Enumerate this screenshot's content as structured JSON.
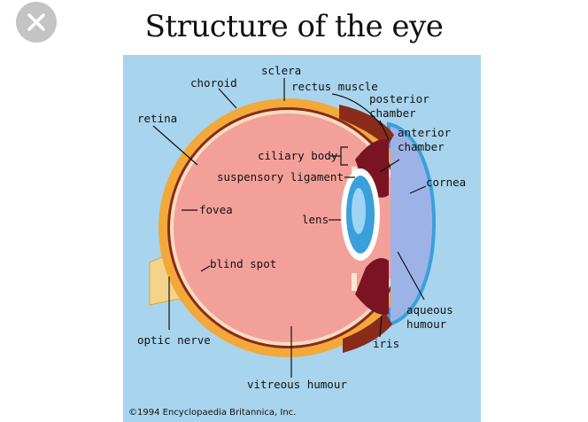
{
  "close_icon": "close-icon",
  "title": "Structure of the eye",
  "colors": {
    "background": "#a8d4ee",
    "sclera": "#f2a93a",
    "interior": "#f4a09a",
    "cornea": "#9db3e8",
    "ciliary": "#7a1422",
    "lens": "#3aa0dc"
  },
  "labels": {
    "sclera": "sclera",
    "choroid": "choroid",
    "rectus_muscle": "rectus muscle",
    "posterior": "posterior",
    "chamber1": "chamber",
    "retina": "retina",
    "anterior": "anterior",
    "chamber2": "chamber",
    "ciliary_body": "ciliary body",
    "suspensory_ligament": "suspensory ligament",
    "cornea": "cornea",
    "fovea": "fovea",
    "lens": "lens",
    "blind_spot": "blind spot",
    "aqueous": "aqueous",
    "humour": "humour",
    "optic_nerve": "optic nerve",
    "iris": "iris",
    "vitreous_humour": "vitreous humour"
  },
  "copyright": "©1994 Encyclopaedia Britannica, Inc."
}
